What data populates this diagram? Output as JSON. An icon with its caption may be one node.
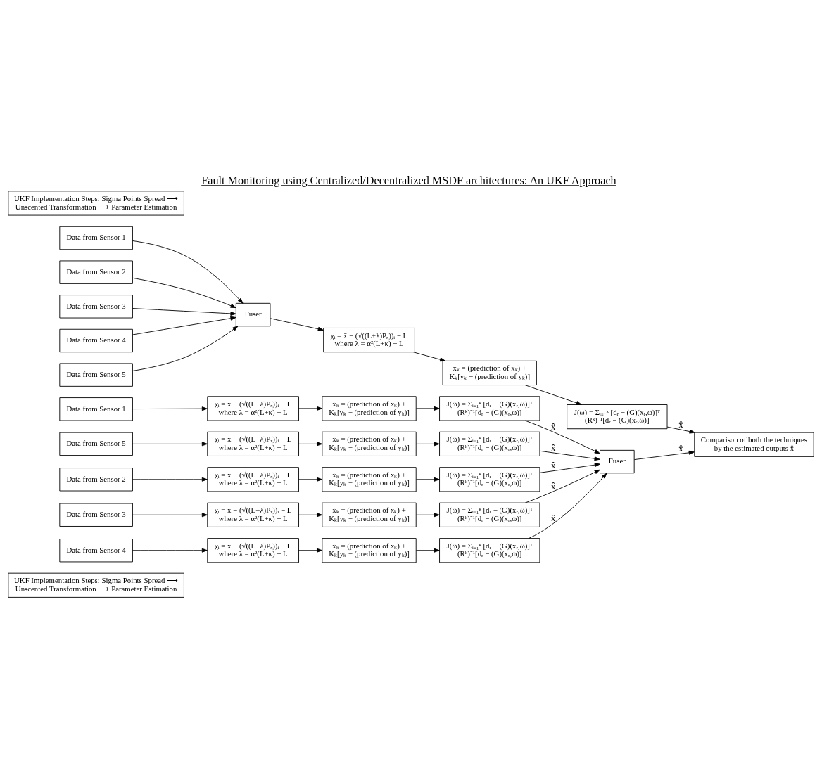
{
  "diagram": {
    "title": "Fault Monitoring using Centralized/Decentralized MSDF architectures: An UKF Approach",
    "nodes": [
      {
        "text": [
          "UKF Implementation Steps: Sigma Points Spread ⟶ Unscented Transformation ⟶ Parameter Estimation"
        ]
      },
      {
        "text": [
          "Data from Sensor 1"
        ]
      },
      {
        "text": [
          "χᵢ = x̄ − (√((L+λ)Pₓ))ᵢ − L",
          "where λ = α²(L+κ) − L"
        ]
      },
      {
        "text": [
          "ẋₖ = (prediction of xₖ) + Kₖ[yₖ − (prediction of yₖ)]"
        ]
      },
      {
        "text": [
          "J(ω) = Σᵢ₌₁ᵏ [dᵣ − (G)(xᵣ,ω)]ᵀ (Rᵏ)⁻¹[dᵣ − (G)(xᵣ,ω)]"
        ]
      },
      {
        "text": [
          "Data from Sensor 2"
        ]
      },
      {
        "text": [
          "χᵢ = x̄ − (√((L+λ)Pₓ))ᵢ − L",
          "where λ = α²(L+κ) − L"
        ]
      },
      {
        "text": [
          "ẋₖ = (prediction of xₖ) + Kₖ[yₖ − (prediction of yₖ)]"
        ]
      },
      {
        "text": [
          "J(ω) = Σᵢ₌₁ᵏ [dᵣ − (G)(xᵣ,ω)]ᵀ (Rᵏ)⁻¹[dᵣ − (G)(xᵣ,ω)]"
        ]
      },
      {
        "text": [
          "Data from Sensor 3"
        ]
      },
      {
        "text": [
          "χᵢ = x̄ − (√((L+λ)Pₓ))ᵢ − L",
          "where λ = α²(L+κ) − L"
        ]
      },
      {
        "text": [
          "ẋₖ = (prediction of xₖ) + Kₖ[yₖ − (prediction of yₖ)]"
        ]
      },
      {
        "text": [
          "J(ω) = Σᵢ₌₁ᵏ [dᵣ − (G)(xᵣ,ω)]ᵀ (Rᵏ)⁻¹[dᵣ − (G)(xᵣ,ω)]"
        ]
      },
      {
        "text": [
          "Data from Sensor 4"
        ]
      },
      {
        "text": [
          "χᵢ = x̄ − (√((L+λ)Pₓ))ᵢ − L",
          "where λ = α²(L+κ) − L"
        ]
      },
      {
        "text": [
          "ẋₖ = (prediction of xₖ) + Kₖ[yₖ − (prediction of yₖ)]"
        ]
      },
      {
        "text": [
          "J(ω) = Σᵢ₌₁ᵏ [dᵣ − (G)(xᵣ,ω)]ᵀ (Rᵏ)⁻¹[dᵣ − (G)(xᵣ,ω)]"
        ]
      },
      {
        "text": [
          "Data from Sensor 5"
        ]
      },
      {
        "text": [
          "χᵢ = x̄ − (√((L+λ)Pₓ))ᵢ − L",
          "where λ = α²(L+κ) − L"
        ]
      },
      {
        "text": [
          "ẋₖ = (prediction of xₖ) + Kₖ[yₖ − (prediction of yₖ)]"
        ]
      },
      {
        "text": [
          "J(ω) = Σᵢ₌₁ᵏ [dᵣ − (G)(xᵣ,ω)]ᵀ (Rᵏ)⁻¹[dᵣ − (G)(xᵣ,ω)]"
        ]
      },
      {
        "text": [
          "Fuser"
        ]
      },
      {
        "text": [
          "Comparison of both the techniques by the estimated outputs x̂"
        ]
      },
      {
        "text": [
          "Data from Sensor 1"
        ]
      },
      {
        "text": [
          "Data from Sensor 2"
        ]
      },
      {
        "text": [
          "Data from Sensor 3"
        ]
      },
      {
        "text": [
          "Data from Sensor 4"
        ]
      },
      {
        "text": [
          "Data from Sensor 5"
        ]
      },
      {
        "text": [
          "Fuser"
        ]
      },
      {
        "text": [
          "UKF Implementation Steps: Sigma Points Spread ⟶ Unscented Transformation ⟶ Parameter Estimation"
        ]
      },
      {
        "text": [
          "χᵢ = x̄ − (√((L+λ)Pₓ))ᵢ − L",
          "where λ = α²(L+κ) − L"
        ]
      },
      {
        "text": [
          "ẋₖ = (prediction of xₖ) + Kₖ[yₖ − (prediction of yₖ)]"
        ]
      },
      {
        "text": [
          "J(ω) = Σᵢ₌₁ᵏ [dᵣ − (G)(xᵣ,ω)]ᵀ (Rᵏ)⁻¹[dᵣ − (G)(xᵣ,ω)]"
        ]
      }
    ],
    "edges": [
      {
        "from": 1,
        "to": 2,
        "arrow": "to"
      },
      {
        "from": 2,
        "to": 3,
        "arrow": "to"
      },
      {
        "from": 3,
        "to": 4,
        "arrow": "to"
      },
      {
        "from": 4,
        "to": 21,
        "arrow": "to",
        "label": "x̂"
      },
      {
        "from": 5,
        "to": 6,
        "arrow": "to"
      },
      {
        "from": 6,
        "to": 7,
        "arrow": "to"
      },
      {
        "from": 7,
        "to": 8,
        "arrow": "to"
      },
      {
        "from": 8,
        "to": 21,
        "arrow": "to",
        "label": "x̂"
      },
      {
        "from": 9,
        "to": 10,
        "arrow": "to"
      },
      {
        "from": 10,
        "to": 11,
        "arrow": "to"
      },
      {
        "from": 11,
        "to": 12,
        "arrow": "to"
      },
      {
        "from": 12,
        "to": 21,
        "arrow": "to",
        "label": "x̂"
      },
      {
        "from": 13,
        "to": 14,
        "arrow": "to"
      },
      {
        "from": 14,
        "to": 15,
        "arrow": "to"
      },
      {
        "from": 15,
        "to": 16,
        "arrow": "to"
      },
      {
        "from": 16,
        "to": 21,
        "arrow": "to",
        "label": "x̂"
      },
      {
        "from": 17,
        "to": 18,
        "arrow": "to"
      },
      {
        "from": 18,
        "to": 19,
        "arrow": "to"
      },
      {
        "from": 19,
        "to": 20,
        "arrow": "to"
      },
      {
        "from": 20,
        "to": 21,
        "arrow": "to",
        "label": "x̂"
      },
      {
        "from": 21,
        "to": 22,
        "arrow": "to",
        "label": "x̂"
      },
      {
        "from": 23,
        "to": 28,
        "arrow": "to"
      },
      {
        "from": 24,
        "to": 28,
        "arrow": "to"
      },
      {
        "from": 25,
        "to": 28,
        "arrow": "to"
      },
      {
        "from": 26,
        "to": 28,
        "arrow": "to"
      },
      {
        "from": 27,
        "to": 28,
        "arrow": "to"
      },
      {
        "from": 28,
        "to": 30,
        "arrow": "to"
      },
      {
        "from": 30,
        "to": 31,
        "arrow": "to"
      },
      {
        "from": 31,
        "to": 32,
        "arrow": "to"
      },
      {
        "from": 32,
        "to": 22,
        "arrow": "to",
        "label": "x̂"
      }
    ]
  }
}
